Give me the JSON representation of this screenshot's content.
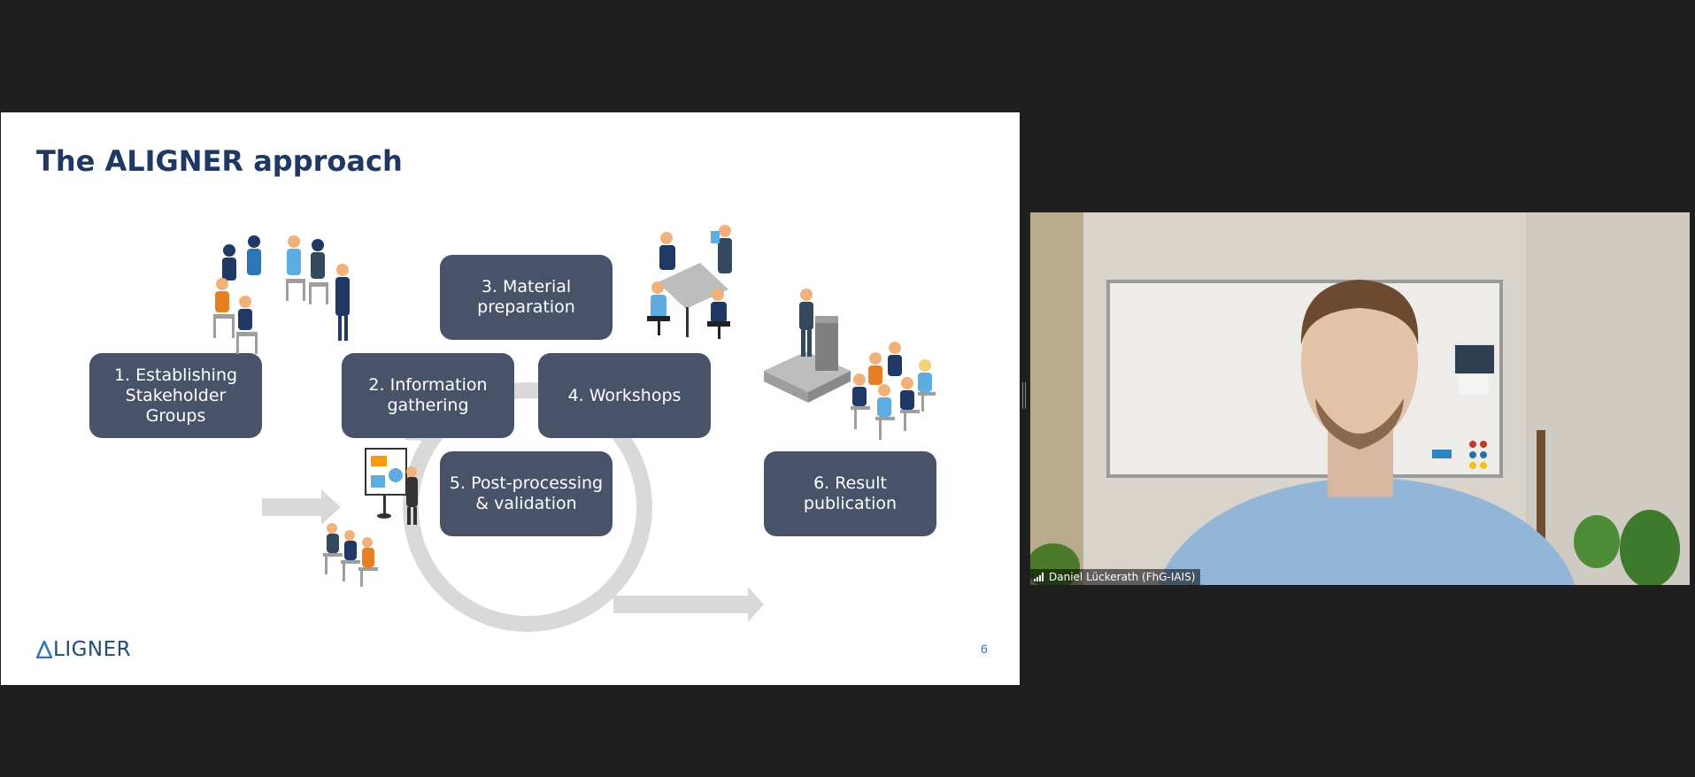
{
  "slide": {
    "title": "The ALIGNER approach",
    "steps": [
      {
        "label": "1. Establishing\nStakeholder\nGroups"
      },
      {
        "label": "2. Information\ngathering"
      },
      {
        "label": "3. Material\npreparation"
      },
      {
        "label": "4. Workshops"
      },
      {
        "label": "5. Post-processing\n& validation"
      },
      {
        "label": "6. Result\npublication"
      }
    ],
    "logo_text": "LIGNER",
    "logo_icon": "aligner-triangle-logo",
    "page_number": "6",
    "colors": {
      "title": "#1f3864",
      "box": "#485268",
      "arrow": "#d9d9d9",
      "logo": "#1f4e79"
    }
  },
  "video": {
    "participant_name": "Daniel Lückerath (FhG-IAIS)",
    "signal_icon": "signal-strength-icon"
  }
}
